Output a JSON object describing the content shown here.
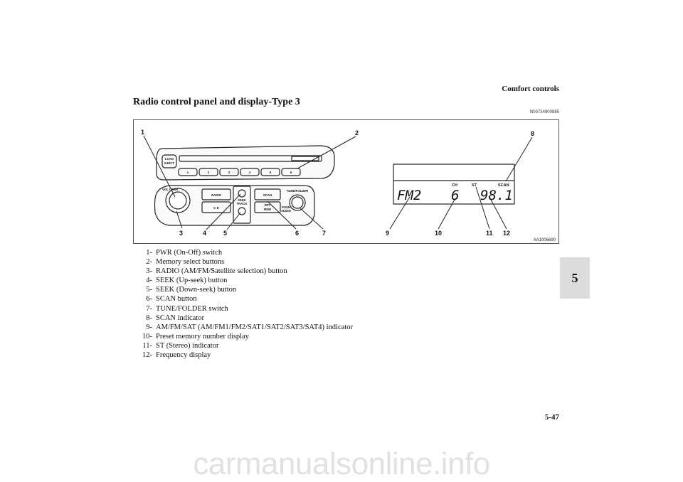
{
  "header": {
    "section": "Comfort controls"
  },
  "page": {
    "title": "Radio control panel and display-Type 3",
    "code": "N00734900885",
    "number": "5-47",
    "chapter_tab": "5"
  },
  "figure": {
    "id": "AA1006690",
    "callouts": [
      "1",
      "2",
      "3",
      "4",
      "5",
      "6",
      "7",
      "8",
      "9",
      "10",
      "11",
      "12"
    ],
    "panel_labels": {
      "load_eject": [
        "LOAD",
        "EJECT"
      ],
      "pwr": "VOL / PWR",
      "radio": "RADIO",
      "cd": "C D",
      "seek": "SEEK",
      "track": "TRACK",
      "scan": "SCAN",
      "rpt": "RPT",
      "rdm": "RDM",
      "tune_folder": "TUNE/FOLDER",
      "push": "PUSH",
      "audio": "AUDIO",
      "preset": [
        "1",
        "2",
        "3",
        "4",
        "5",
        "6"
      ]
    },
    "display": {
      "band": "FM2",
      "ch_label": "CH",
      "st_label": "ST",
      "scan_label": "SCAN",
      "channel": "6",
      "frequency": "98.1"
    }
  },
  "items": [
    {
      "num": "1-",
      "text": "PWR (On-Off) switch"
    },
    {
      "num": "2-",
      "text": "Memory select buttons"
    },
    {
      "num": "3-",
      "text": "RADIO (AM/FM/Satellite selection) button"
    },
    {
      "num": "4-",
      "text": "SEEK (Up-seek) button"
    },
    {
      "num": "5-",
      "text": "SEEK (Down-seek) button"
    },
    {
      "num": "6-",
      "text": "SCAN button"
    },
    {
      "num": "7-",
      "text": "TUNE/FOLDER switch"
    },
    {
      "num": "8-",
      "text": "SCAN indicator"
    },
    {
      "num": "9-",
      "text": "AM/FM/SAT (AM/FM1/FM2/SAT1/SAT2/SAT3/SAT4) indicator"
    },
    {
      "num": "10-",
      "text": "Preset memory number display"
    },
    {
      "num": "11-",
      "text": "ST (Stereo) indicator"
    },
    {
      "num": "12-",
      "text": "Frequency display"
    }
  ],
  "watermark": "carmanualsonline.info"
}
